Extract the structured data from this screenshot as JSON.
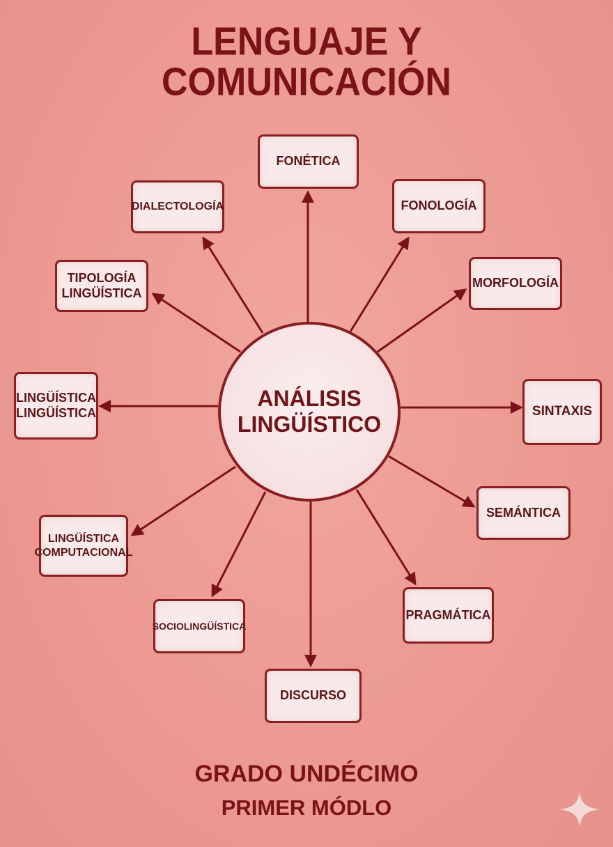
{
  "title": {
    "line1": "LENGUAJE Y",
    "line2": "COMUNICACIÓN"
  },
  "center": {
    "label": "ANÁLISIS\nLINGÜÍSTICO"
  },
  "branches": {
    "fonetica": "FONÉTICA",
    "fonologia": "FONOLOGÍA",
    "morfologia": "MORFOLOGÍA",
    "sintaxis": "SINTAXIS",
    "semantica": "SEMÁNTICA",
    "pragmatica": "PRAGMÁTICA",
    "discurso": "DISCURSO",
    "sociolinguistica": "SOCIOLINGÜÍSTICA",
    "linguistica_computacional": "LINGÜÍSTICA\nCOMPUTACIONAL",
    "linguistica_linguistica": "LINGÜÍSTICA\nLINGÜÍSTICA",
    "tipologia": "TIPOLOGÍA\nLINGÜÍSTICA",
    "dialectologia": "DIALECTOLOGÍA"
  },
  "footer": {
    "line1": "GRADO UNDÉCIMO",
    "line2": "PRIMER MÓDLO"
  },
  "colors": {
    "background": "#ec9a92",
    "accent": "#8a1e22",
    "box_fill": "#f8eaea",
    "text": "#7a1218"
  },
  "icons": {
    "corner": "sparkle-icon"
  }
}
